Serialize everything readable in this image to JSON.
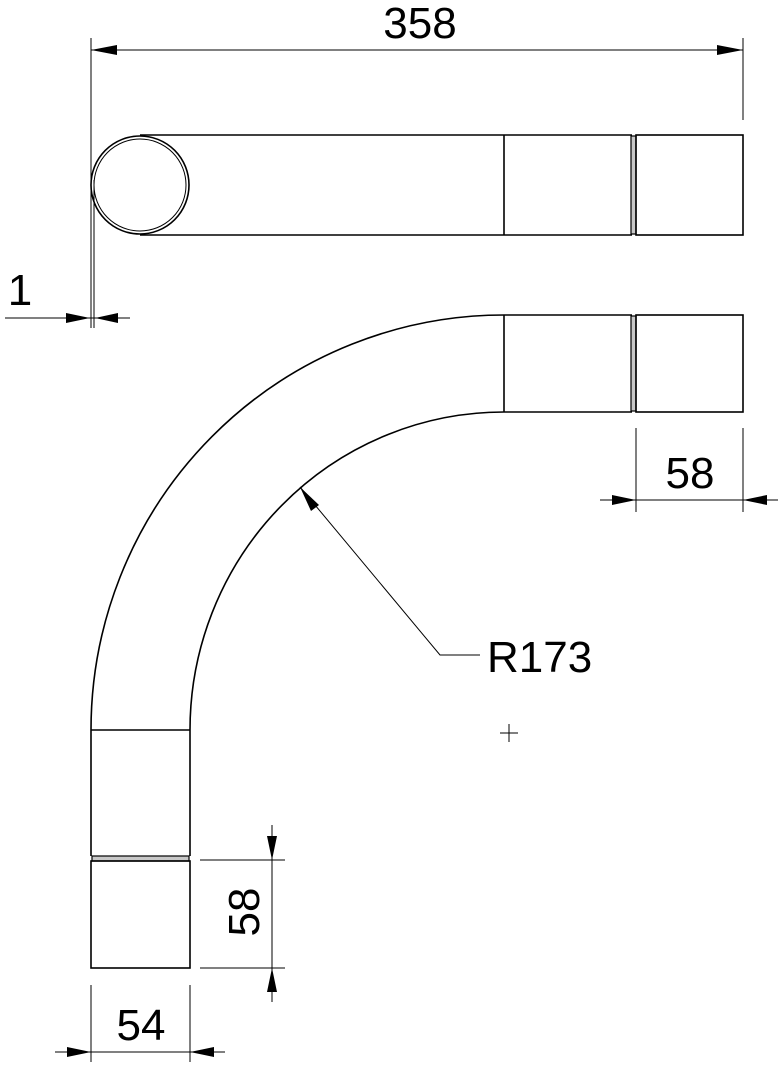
{
  "dimensions": {
    "overall_length": "358",
    "wall_thickness": "1",
    "end_length_horizontal": "58",
    "bend_radius": "R173",
    "end_length_vertical": "58",
    "outer_diameter": "54"
  },
  "colors": {
    "line": "#000000",
    "groove": "#c8c8c8",
    "background": "#ffffff"
  }
}
